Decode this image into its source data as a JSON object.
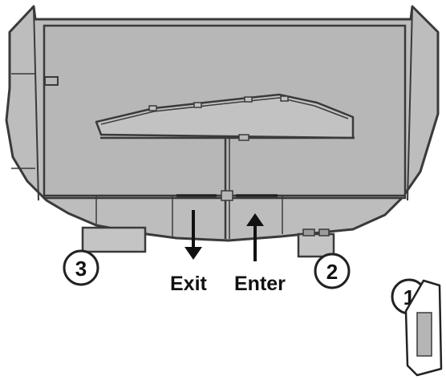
{
  "labels": {
    "exit": "Exit",
    "enter": "Enter"
  },
  "callouts": [
    "1",
    "2",
    "3"
  ],
  "colors": {
    "body_fill": "#bdbdbd",
    "panel_fill": "#b7b7b7",
    "outline": "#3a3a3a",
    "accent_dark": "#555555",
    "background": "#ffffff"
  }
}
